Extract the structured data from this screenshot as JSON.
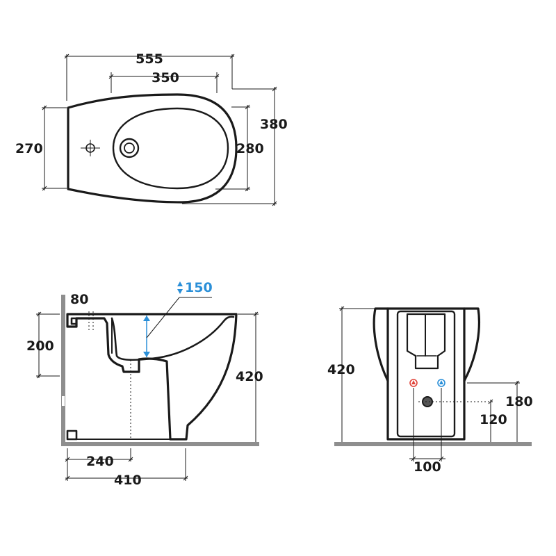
{
  "top_view": {
    "width_overall": "555",
    "width_bowl": "350",
    "depth_overall": "380",
    "depth_left": "270",
    "depth_bowl": "280"
  },
  "side_view": {
    "rim_offset": "80",
    "water_depth": "150",
    "drain_height": "200",
    "height": "420",
    "drain_distance": "240",
    "depth": "410"
  },
  "front_view": {
    "height": "420",
    "supply_height": "180",
    "waste_height": "120",
    "supply_spacing": "100"
  },
  "colors": {
    "line": "#1a1a1a",
    "floor": "#8e8e8e",
    "hot": "#e0443a",
    "cold": "#2a8fd8",
    "annotation": "#2a8fd8"
  }
}
